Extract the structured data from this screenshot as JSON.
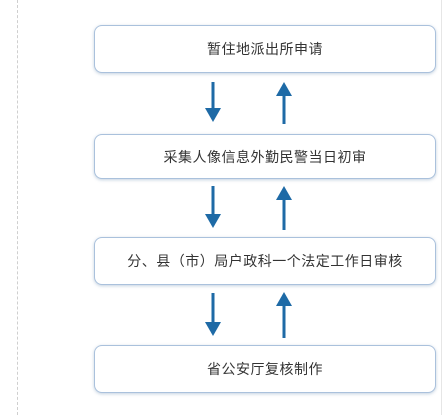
{
  "steps": [
    {
      "label": "暂住地派出所申请"
    },
    {
      "label": "采集人像信息外勤民警当日初审"
    },
    {
      "label": "分、县（市）局户政科一个法定工作日审核"
    },
    {
      "label": "省公安厅复核制作"
    }
  ],
  "colors": {
    "arrow": "#1e6aa6",
    "box_border": "#aac1dc",
    "text": "#333333"
  }
}
